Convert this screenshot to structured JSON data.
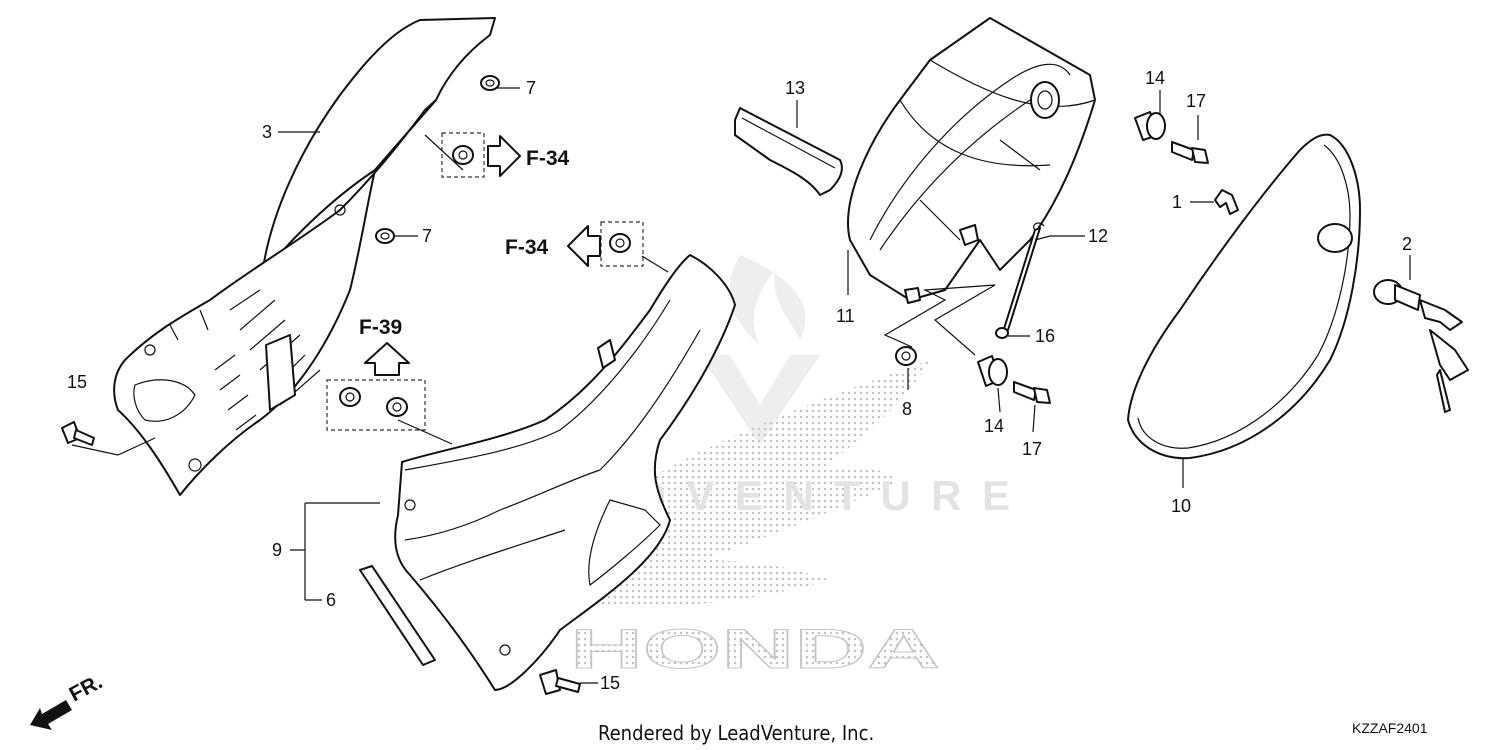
{
  "callouts": {
    "c1": "1",
    "c2": "2",
    "c3": "3",
    "c6": "6",
    "c7a": "7",
    "c7b": "7",
    "c8": "8",
    "c9": "9",
    "c10": "10",
    "c11": "11",
    "c12": "12",
    "c13": "13",
    "c14a": "14",
    "c14b": "14",
    "c15a": "15",
    "c15b": "15",
    "c16": "16",
    "c17a": "17",
    "c17b": "17"
  },
  "refs": {
    "f34_right": "F-34",
    "f34_left": "F-34",
    "f39": "F-39"
  },
  "front_marker": "FR.",
  "footer": {
    "rendered_by": "Rendered by LeadVenture, Inc.",
    "diagram_code": "KZZAF2401"
  },
  "watermark": {
    "brand": "HONDA",
    "company": "LEADVENTURE"
  },
  "colors": {
    "line": "#111111",
    "watermark": "#d0d0d0"
  }
}
